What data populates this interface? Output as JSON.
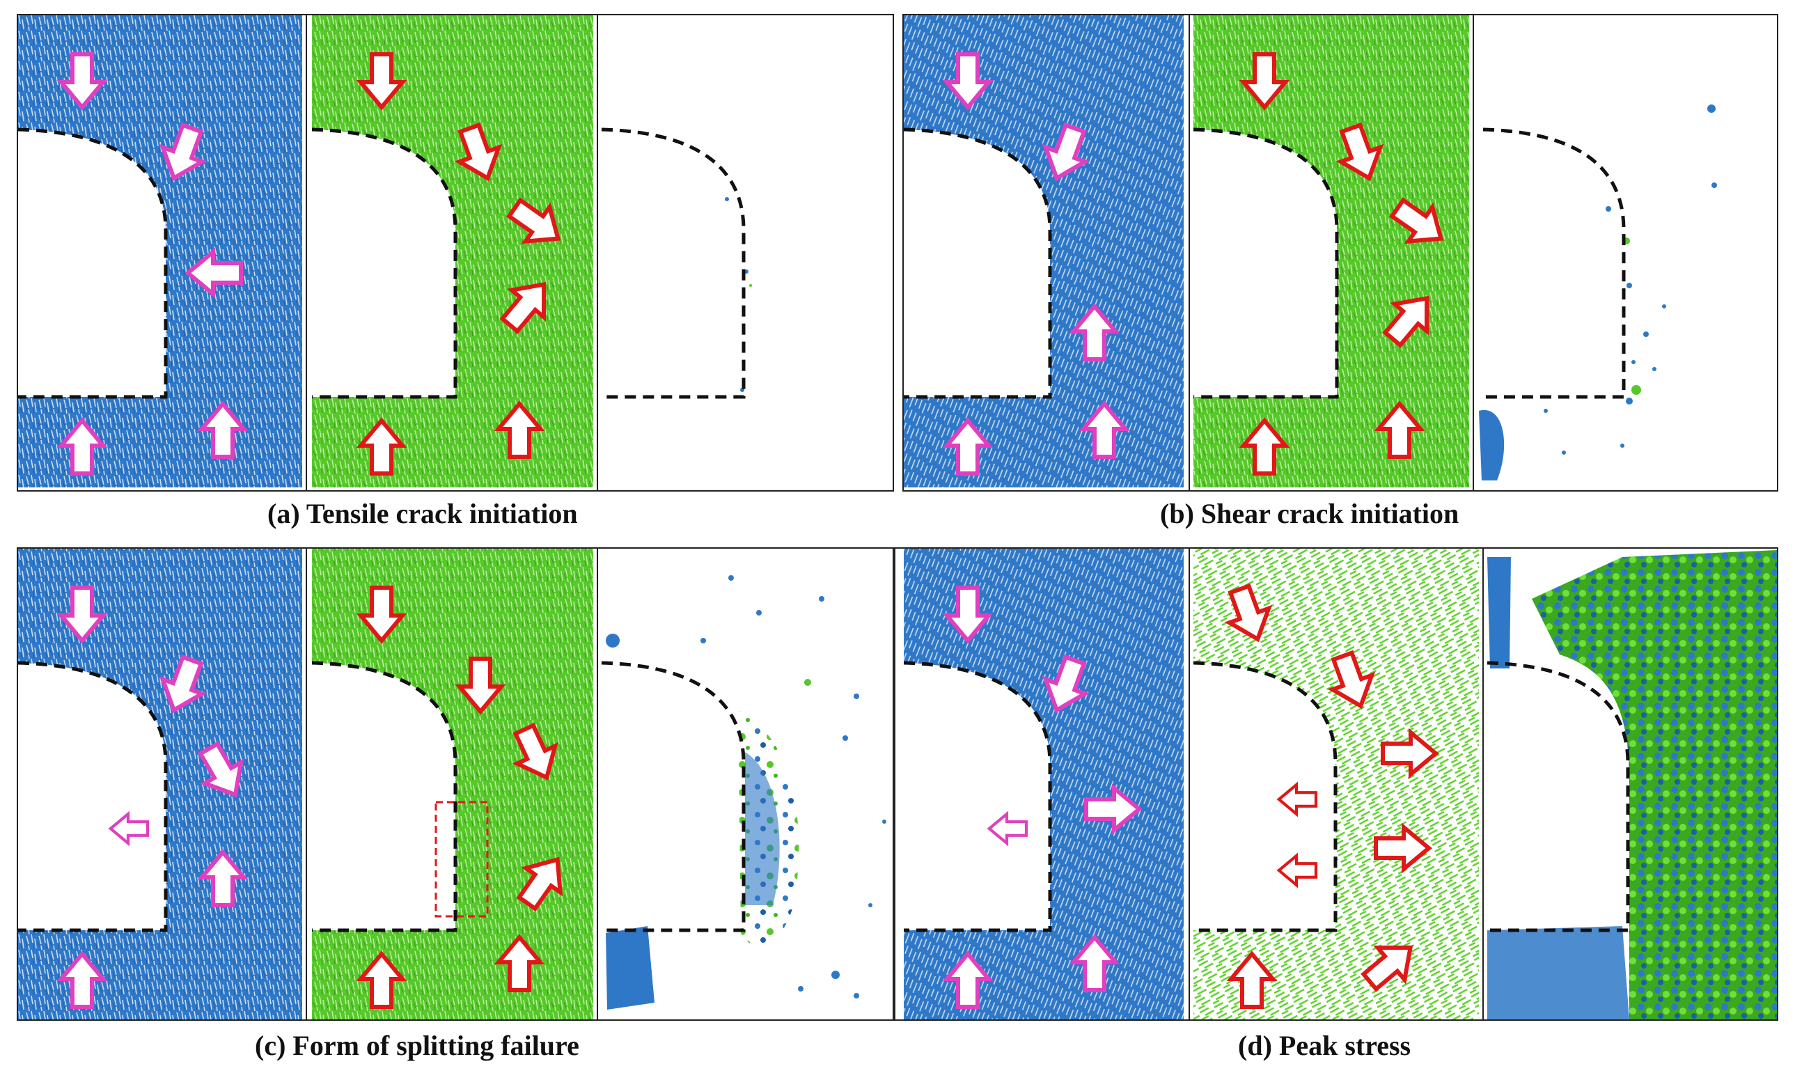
{
  "figure": {
    "panels": [
      {
        "id": "a",
        "caption": "(a) Tensile crack initiation"
      },
      {
        "id": "b",
        "caption": "(b) Shear crack initiation"
      },
      {
        "id": "c",
        "caption": "(c) Form of splitting failure"
      },
      {
        "id": "d",
        "caption": "(d) Peak stress"
      }
    ],
    "colors": {
      "blue_field": "#2f78c8",
      "blue_dark": "#1e5ea8",
      "green_field": "#56c82a",
      "green_dark": "#3a9e18",
      "pink_arrow": "#e040c0",
      "red_arrow": "#e01818",
      "outline": "#111111"
    }
  }
}
